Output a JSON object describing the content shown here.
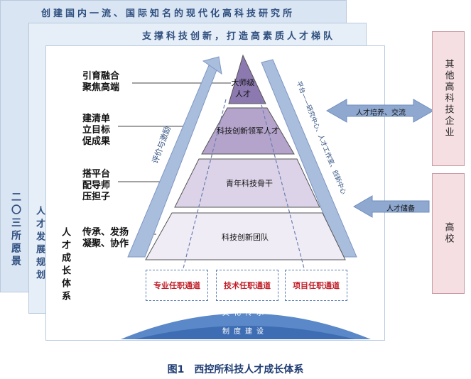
{
  "banners": {
    "top": "创建国内一流、国际知名的现代化高科技研究所",
    "second": "支撑科技创新，打造高素质人才梯队"
  },
  "vertical": {
    "vision": "二〇三所愿景",
    "plan": "人才发展规划",
    "system": "人才成长体系"
  },
  "left_labels": [
    "引育融合聚焦高端",
    "建清单立目标促成果",
    "搭平台配导师压担子",
    "传承、发扬凝聚、协作"
  ],
  "pyramid": {
    "tiers": [
      "大师级人才",
      "科技创新领军人才",
      "青年科技骨干",
      "科技创新团队"
    ]
  },
  "diagonals": {
    "left": "评价与激励",
    "right": "平台——研究中心、人才工作室、创新中心"
  },
  "channels": [
    "专业任职通道",
    "技术任职通道",
    "项目任职通道"
  ],
  "base": {
    "culture": "文化传承",
    "system": "制度建设"
  },
  "side": {
    "enterprise": "其他高科技企业",
    "school": "高校",
    "arrow_exchange": "人才培养、交流",
    "arrow_reserve": "人才储备"
  },
  "caption": "图1　西控所科技人才成长体系",
  "colors": {
    "tier_top": "#8c79b0",
    "tier_2": "#b4a4cc",
    "tier_3": "#dcd3e8",
    "tier_4": "#f0ecf5",
    "arrow_blue": "#8fa8cf",
    "side_box": "#f5dfe3",
    "channel_text": "#c0202a"
  }
}
